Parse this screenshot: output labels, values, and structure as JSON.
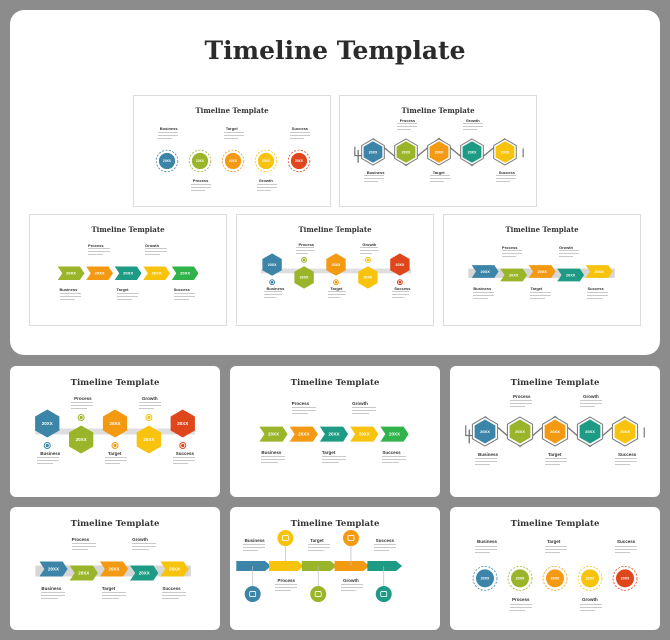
{
  "main_title": "Timeline Template",
  "slide_title": "Timeline Template",
  "year": "20XX",
  "stages": [
    "Business",
    "Target",
    "Success",
    "Process",
    "Growth"
  ],
  "colors": {
    "blue": "#3d85a8",
    "lime": "#9bb52a",
    "orange": "#f39a12",
    "teal": "#1e9b84",
    "yellow": "#f7c30c",
    "red": "#e0461c",
    "green": "#2fb34a"
  }
}
